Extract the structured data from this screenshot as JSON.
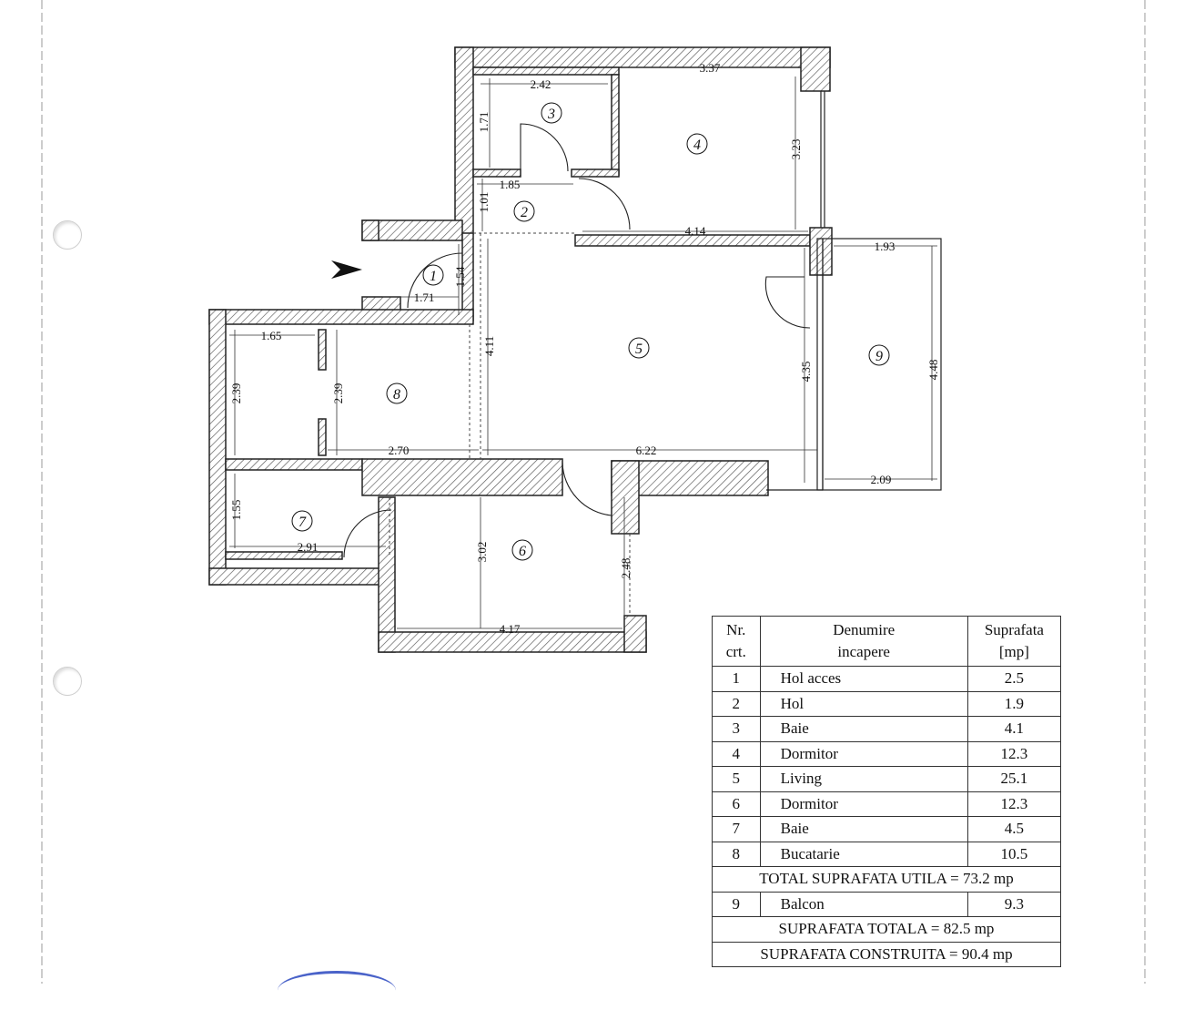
{
  "dimensions": {
    "d_2_42": "2.42",
    "d_3_37": "3.37",
    "d_1_71_v": "1.71",
    "d_3_23": "3.23",
    "d_1_85": "1.85",
    "d_1_01": "1.01",
    "d_4_14": "4.14",
    "d_1_93": "1.93",
    "d_1_54": "1.54",
    "d_1_71_h": "1.71",
    "d_1_65": "1.65",
    "d_2_39_a": "2.39",
    "d_2_39_b": "2.39",
    "d_4_11": "4.11",
    "d_4_35": "4.35",
    "d_4_48": "4.48",
    "d_2_70": "2.70",
    "d_6_22": "6.22",
    "d_2_09": "2.09",
    "d_1_55": "1.55",
    "d_2_91": "2.91",
    "d_3_02": "3.02",
    "d_2_48": "2.48",
    "d_4_17": "4.17"
  },
  "room_markers": {
    "r1": "1",
    "r2": "2",
    "r3": "3",
    "r4": "4",
    "r5": "5",
    "r6": "6",
    "r7": "7",
    "r8": "8",
    "r9": "9"
  },
  "legend": {
    "headers": {
      "nr": "Nr.",
      "nr2": "crt.",
      "name": "Denumire",
      "name2": "incapere",
      "area": "Suprafata",
      "area2": "[mp]"
    },
    "rows": [
      {
        "nr": "1",
        "name": "Hol acces",
        "area": "2.5"
      },
      {
        "nr": "2",
        "name": "Hol",
        "area": "1.9"
      },
      {
        "nr": "3",
        "name": "Baie",
        "area": "4.1"
      },
      {
        "nr": "4",
        "name": "Dormitor",
        "area": "12.3"
      },
      {
        "nr": "5",
        "name": "Living",
        "area": "25.1"
      },
      {
        "nr": "6",
        "name": "Dormitor",
        "area": "12.3"
      },
      {
        "nr": "7",
        "name": "Baie",
        "area": "4.5"
      },
      {
        "nr": "8",
        "name": "Bucatarie",
        "area": "10.5"
      }
    ],
    "total_utila": "TOTAL SUPRAFATA UTILA = 73.2 mp",
    "balcony": {
      "nr": "9",
      "name": "Balcon",
      "area": "9.3"
    },
    "total": "SUPRAFATA TOTALA = 82.5 mp",
    "construita": "SUPRAFATA CONSTRUITA = 90.4 mp"
  }
}
